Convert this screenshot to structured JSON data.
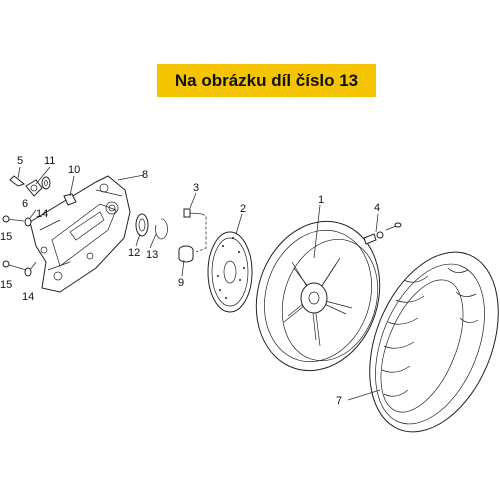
{
  "banner": {
    "text": "Na obrázku díl číslo 13",
    "color": "#f5c400"
  },
  "callouts": {
    "c1": "1",
    "c2": "2",
    "c3": "3",
    "c4": "4",
    "c5": "5",
    "c6": "6",
    "c7": "7",
    "c8": "8",
    "c9": "9",
    "c10": "10",
    "c11": "11",
    "c12": "12",
    "c13": "13",
    "c14a": "14",
    "c14b": "14",
    "c15a": "15",
    "c15b": "15"
  }
}
